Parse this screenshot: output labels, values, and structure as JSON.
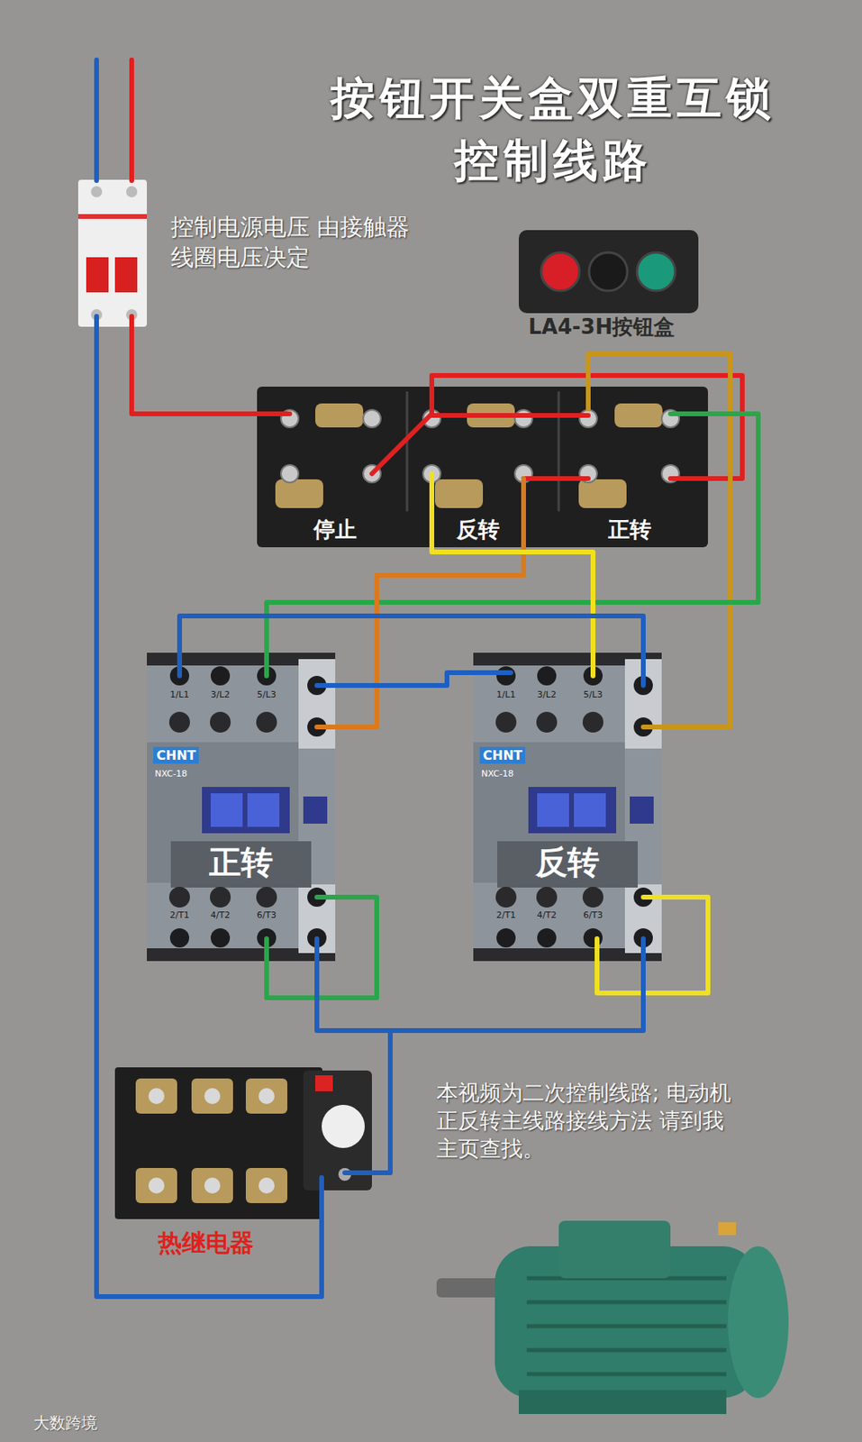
{
  "diagram": {
    "title": "按钮开关盒双重互锁 控制线路",
    "nodes": [
      {
        "text": [
          "LA4-3H按钮盒"
        ]
      },
      {
        "text": [
          "停止",
          "反转",
          "正转"
        ]
      },
      {
        "text": [
          "1/L1",
          "3/L2",
          "5/L3",
          "CHNT",
          "NXC-18",
          "正转",
          "2/T1",
          "4/T2",
          "6/T3"
        ]
      },
      {
        "text": [
          "1/L1",
          "3/L2",
          "5/L3",
          "CHNT",
          "NXC-18",
          "反转",
          "2/T1",
          "4/T2",
          "6/T3"
        ]
      },
      {
        "text": [
          "热继电器"
        ]
      }
    ],
    "labels": [
      "控制电源电压 由接触器线圈电压决定",
      "本视频为二次控制线路; 电动机正反转主线路接线方法 请到我主页查找。",
      "大数跨境"
    ]
  }
}
